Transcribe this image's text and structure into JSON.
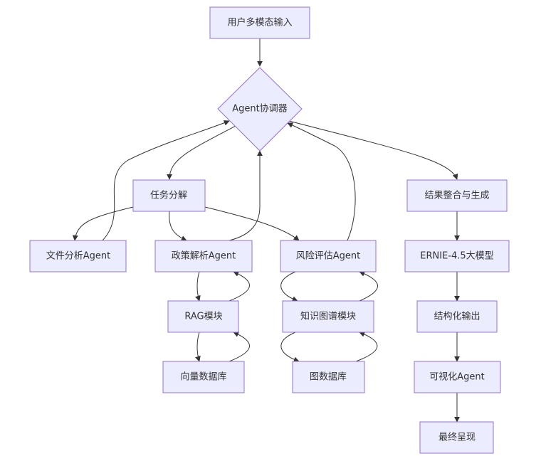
{
  "diagram": {
    "type": "flowchart",
    "colors": {
      "node_fill": "#ECECFF",
      "node_stroke": "#9370DB",
      "edge": "#333333",
      "text": "#333333"
    },
    "nodes": {
      "input": "用户多模态输入",
      "coordinator": "Agent协调器",
      "decompose": "任务分解",
      "integrate": "结果整合与生成",
      "file_agent": "文件分析Agent",
      "policy_agent": "政策解析Agent",
      "risk_agent": "风险评估Agent",
      "ernie": "ERNIE-4.5大模型",
      "rag": "RAG模块",
      "kg": "知识图谱模块",
      "structured": "结构化输出",
      "vector_db": "向量数据库",
      "graph_db": "图数据库",
      "viz_agent": "可视化Agent",
      "final": "最终呈现"
    },
    "edges": [
      [
        "input",
        "coordinator"
      ],
      [
        "coordinator",
        "decompose"
      ],
      [
        "coordinator",
        "integrate"
      ],
      [
        "decompose",
        "file_agent"
      ],
      [
        "decompose",
        "policy_agent"
      ],
      [
        "decompose",
        "risk_agent"
      ],
      [
        "file_agent",
        "coordinator"
      ],
      [
        "policy_agent",
        "coordinator"
      ],
      [
        "risk_agent",
        "coordinator"
      ],
      [
        "policy_agent",
        "rag"
      ],
      [
        "rag",
        "policy_agent"
      ],
      [
        "rag",
        "vector_db"
      ],
      [
        "vector_db",
        "rag"
      ],
      [
        "risk_agent",
        "kg"
      ],
      [
        "kg",
        "risk_agent"
      ],
      [
        "kg",
        "graph_db"
      ],
      [
        "graph_db",
        "kg"
      ],
      [
        "integrate",
        "ernie"
      ],
      [
        "ernie",
        "structured"
      ],
      [
        "structured",
        "viz_agent"
      ],
      [
        "viz_agent",
        "final"
      ]
    ]
  }
}
